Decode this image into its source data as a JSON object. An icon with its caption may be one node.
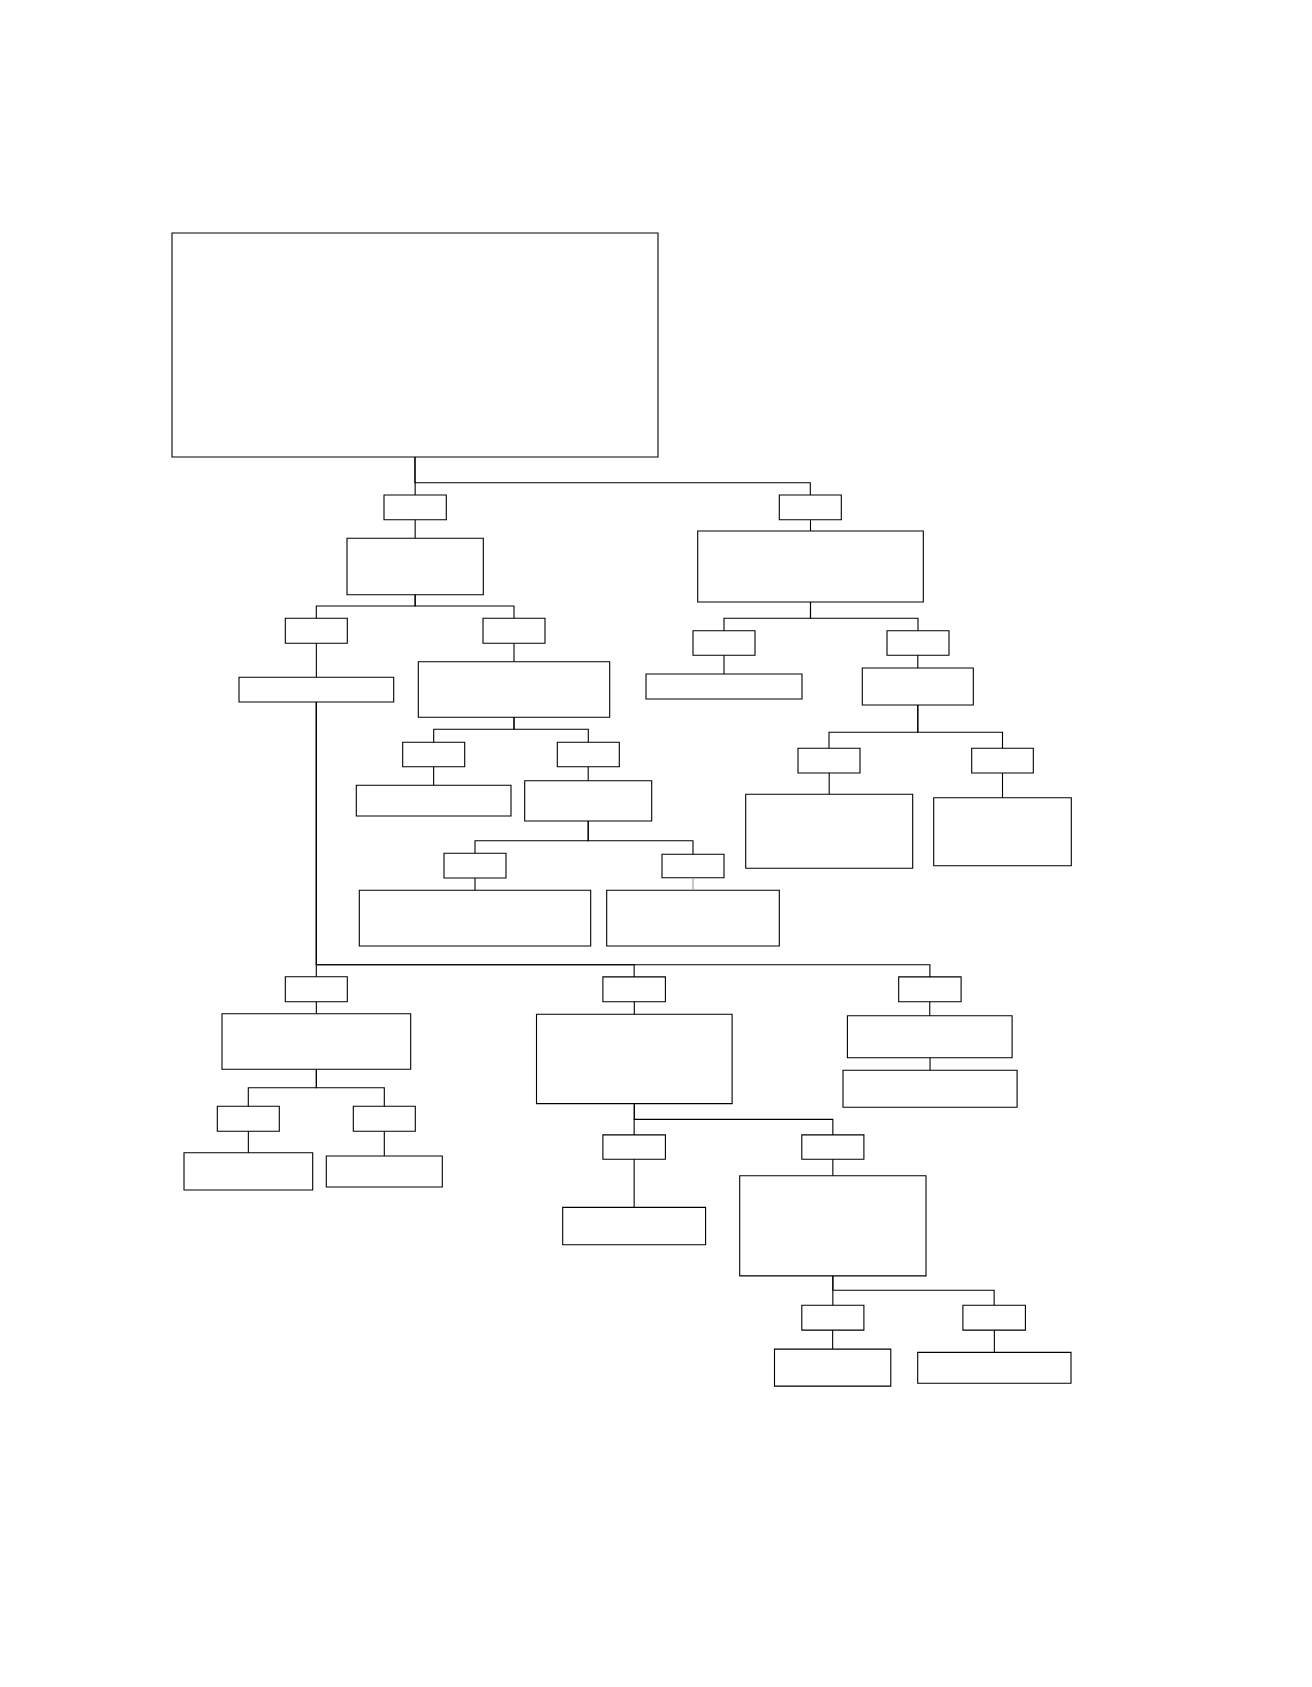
{
  "diagram": {
    "nodes": [
      {
        "text": [],
        "shape": "box"
      },
      {
        "text": [],
        "shape": "box"
      },
      {
        "text": [],
        "shape": "box"
      },
      {
        "text": [],
        "shape": "box"
      },
      {
        "text": [],
        "shape": "box"
      },
      {
        "text": [],
        "shape": "box"
      },
      {
        "text": [],
        "shape": "box"
      },
      {
        "text": [],
        "shape": "box"
      },
      {
        "text": [],
        "shape": "box"
      },
      {
        "text": [],
        "shape": "box"
      },
      {
        "text": [],
        "shape": "box"
      },
      {
        "text": [],
        "shape": "box"
      },
      {
        "text": [],
        "shape": "box"
      },
      {
        "text": [],
        "shape": "box"
      },
      {
        "text": [],
        "shape": "box"
      },
      {
        "text": [],
        "shape": "box"
      },
      {
        "text": [],
        "shape": "box"
      },
      {
        "text": [],
        "shape": "box"
      },
      {
        "text": [],
        "shape": "box"
      },
      {
        "text": [],
        "shape": "box"
      },
      {
        "text": [],
        "shape": "box"
      },
      {
        "text": [],
        "shape": "box"
      },
      {
        "text": [],
        "shape": "box"
      },
      {
        "text": [],
        "shape": "box"
      },
      {
        "text": [],
        "shape": "box"
      },
      {
        "text": [],
        "shape": "box"
      },
      {
        "text": [],
        "shape": "box"
      },
      {
        "text": [],
        "shape": "box"
      },
      {
        "text": [],
        "shape": "box"
      },
      {
        "text": [],
        "shape": "box"
      },
      {
        "text": [],
        "shape": "box"
      },
      {
        "text": [],
        "shape": "box"
      },
      {
        "text": [],
        "shape": "box"
      },
      {
        "text": [],
        "shape": "box"
      },
      {
        "text": [],
        "shape": "box"
      },
      {
        "text": [],
        "shape": "box"
      },
      {
        "text": [],
        "shape": "box"
      },
      {
        "text": [],
        "shape": "box"
      },
      {
        "text": [],
        "shape": "box"
      },
      {
        "text": [],
        "shape": "box"
      },
      {
        "text": [],
        "shape": "box"
      },
      {
        "text": [],
        "shape": "box"
      },
      {
        "text": [],
        "shape": "box"
      },
      {
        "text": [],
        "shape": "box"
      }
    ],
    "edges": [
      {
        "from": 0,
        "to": 1,
        "arrow": "none"
      },
      {
        "from": 0,
        "to": 2,
        "arrow": "none"
      },
      {
        "from": 1,
        "to": 3,
        "arrow": "none"
      },
      {
        "from": 2,
        "to": 4,
        "arrow": "none"
      },
      {
        "from": 3,
        "to": 5,
        "arrow": "none"
      },
      {
        "from": 3,
        "to": 6,
        "arrow": "none"
      },
      {
        "from": 4,
        "to": 7,
        "arrow": "none"
      },
      {
        "from": 4,
        "to": 8,
        "arrow": "none"
      },
      {
        "from": 5,
        "to": 9,
        "arrow": "none"
      },
      {
        "from": 6,
        "to": 10,
        "arrow": "none"
      },
      {
        "from": 7,
        "to": 11,
        "arrow": "none"
      },
      {
        "from": 8,
        "to": 12,
        "arrow": "none"
      },
      {
        "from": 10,
        "to": 13,
        "arrow": "none"
      },
      {
        "from": 10,
        "to": 14,
        "arrow": "none"
      },
      {
        "from": 12,
        "to": 15,
        "arrow": "none"
      },
      {
        "from": 12,
        "to": 16,
        "arrow": "none"
      },
      {
        "from": 13,
        "to": 17,
        "arrow": "none"
      },
      {
        "from": 14,
        "to": 18,
        "arrow": "none"
      },
      {
        "from": 15,
        "to": 19,
        "arrow": "none"
      },
      {
        "from": 16,
        "to": 20,
        "arrow": "none"
      },
      {
        "from": 18,
        "to": 21,
        "arrow": "none"
      },
      {
        "from": 18,
        "to": 22,
        "arrow": "none"
      },
      {
        "from": 21,
        "to": 23,
        "arrow": "none"
      },
      {
        "from": 22,
        "to": 24,
        "arrow": "none",
        "color": "#9a9a9a"
      },
      {
        "from": 9,
        "to": 25,
        "arrow": "none"
      },
      {
        "from": 9,
        "to": 26,
        "arrow": "none"
      },
      {
        "from": 9,
        "to": 27,
        "arrow": "none"
      },
      {
        "from": 25,
        "to": 28,
        "arrow": "none"
      },
      {
        "from": 26,
        "to": 29,
        "arrow": "none"
      },
      {
        "from": 27,
        "to": 30,
        "arrow": "none"
      },
      {
        "from": 30,
        "to": 31,
        "arrow": "none"
      },
      {
        "from": 28,
        "to": 32,
        "arrow": "none"
      },
      {
        "from": 28,
        "to": 33,
        "arrow": "none"
      },
      {
        "from": 29,
        "to": 34,
        "arrow": "none"
      },
      {
        "from": 29,
        "to": 35,
        "arrow": "none"
      },
      {
        "from": 32,
        "to": 36,
        "arrow": "none"
      },
      {
        "from": 33,
        "to": 37,
        "arrow": "none"
      },
      {
        "from": 34,
        "to": 39,
        "arrow": "none"
      },
      {
        "from": 35,
        "to": 38,
        "arrow": "none"
      },
      {
        "from": 38,
        "to": 40,
        "arrow": "none"
      },
      {
        "from": 38,
        "to": 41,
        "arrow": "none"
      },
      {
        "from": 40,
        "to": 42,
        "arrow": "none"
      },
      {
        "from": 41,
        "to": 43,
        "arrow": "none"
      }
    ]
  }
}
